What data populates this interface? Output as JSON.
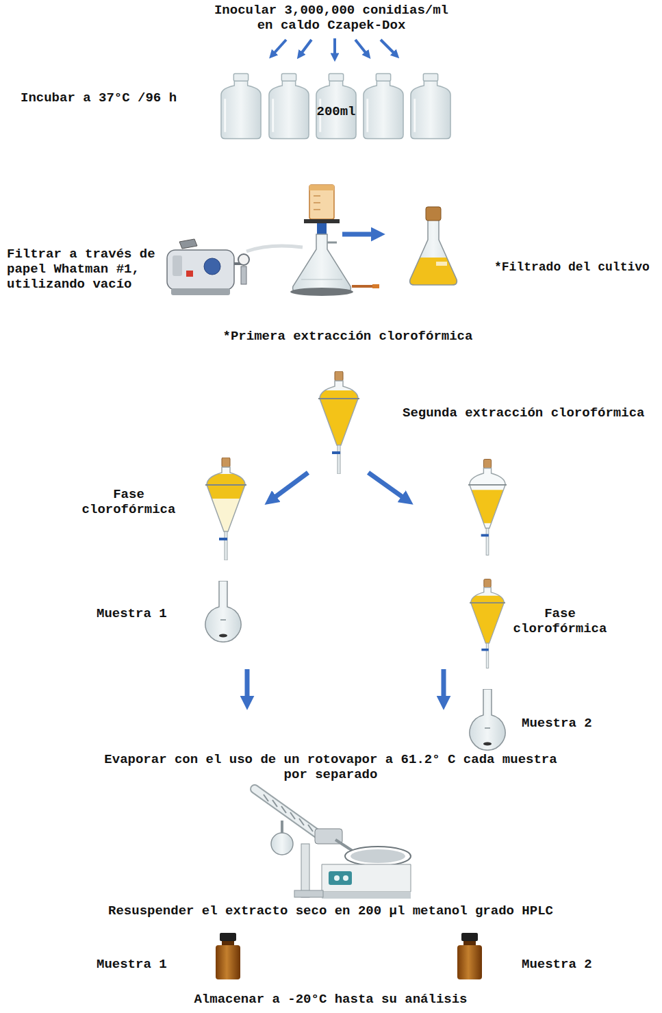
{
  "diagram": {
    "labels": [
      "Inocular 3,000,000 conidias/ml en caldo Czapek-Dox",
      "Incubar a 37°C /96 h",
      "200ml",
      "Filtrar a través de papel Whatman #1, utilizando vacío",
      "*Filtrado del cultivo",
      "*Primera extracción clorofórmica",
      "Segunda extracción clorofórmica",
      "Fase clorofórmica",
      "Muestra 1",
      "Fase clorofórmica",
      "Muestra 2",
      "Evaporar con el uso de un rotovapor a 61.2° C cada muestra por separado",
      "Resuspender el extracto seco en 200 µl metanol grado HPLC",
      "Muestra 1",
      "Muestra 2",
      "Almacenar a -20°C hasta su análisis"
    ]
  }
}
